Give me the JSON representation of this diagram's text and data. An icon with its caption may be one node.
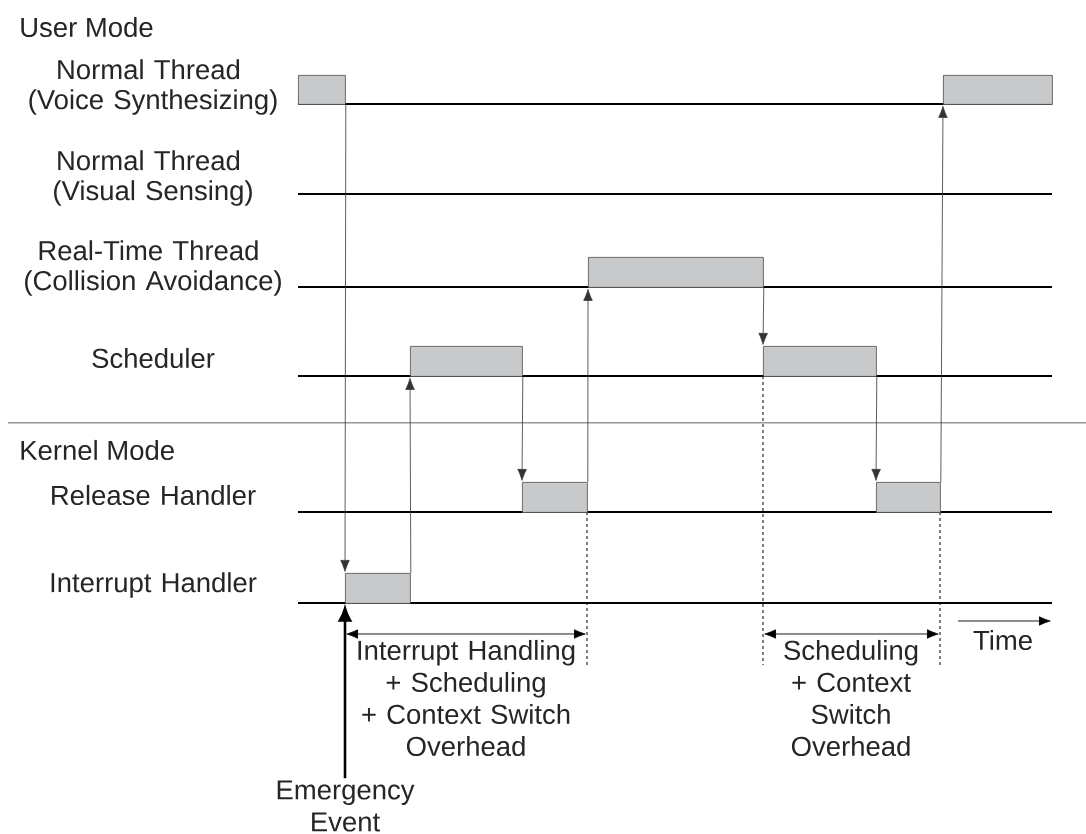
{
  "diagram": {
    "nodes": [
      {
        "text": [],
        "shape": "bar"
      },
      {
        "text": [],
        "shape": "bar"
      },
      {
        "text": [],
        "shape": "bar"
      },
      {
        "text": [],
        "shape": "bar"
      },
      {
        "text": [],
        "shape": "bar"
      },
      {
        "text": [],
        "shape": "bar"
      },
      {
        "text": [],
        "shape": "bar"
      },
      {
        "text": [],
        "shape": "bar"
      },
      {
        "text": [
          "Emergency Event"
        ]
      }
    ],
    "edges": [
      {
        "from": 0,
        "to": 7,
        "arrow": "to"
      },
      {
        "from": 8,
        "to": 7,
        "arrow": "to",
        "style": "thick"
      },
      {
        "from": 7,
        "to": 3,
        "arrow": "to"
      },
      {
        "from": 3,
        "to": 5,
        "arrow": "to"
      },
      {
        "from": 5,
        "to": 2,
        "arrow": "to"
      },
      {
        "from": 2,
        "to": 4,
        "arrow": "to"
      },
      {
        "from": 4,
        "to": 6,
        "arrow": "to"
      },
      {
        "from": 6,
        "to": 1,
        "arrow": "to"
      }
    ],
    "labels": [
      "User Mode",
      "Normal Thread (Voice Synthesizing)",
      "Normal Thread (Visual Sensing)",
      "Real-Time Thread (Collision Avoidance)",
      "Scheduler",
      "Kernel Mode",
      "Release Handler",
      "Interrupt Handler",
      "Time",
      "Interrupt Handling + Scheduling + Context Switch Overhead",
      "Scheduling + Context Switch Overhead"
    ]
  }
}
